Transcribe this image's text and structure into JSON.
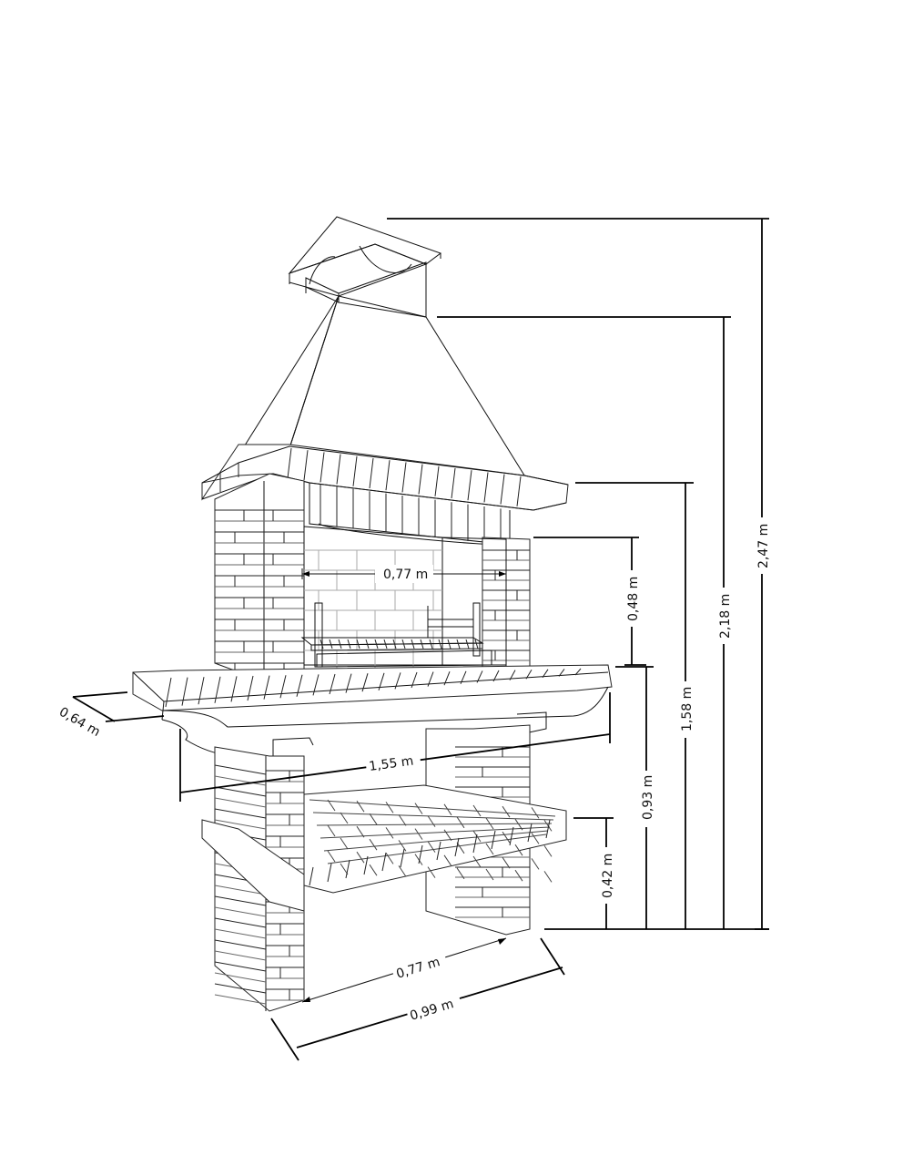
{
  "diagram": {
    "dimensions": {
      "total_height": "2,47 m",
      "hood_height": "2,18 m",
      "top_shelf_height": "1,58 m",
      "counter_height": "0,93 m",
      "lower_shelf_height": "0,42 m",
      "grill_opening_height": "0,48 m",
      "grill_opening_width": "0,77 m",
      "counter_width": "1,55 m",
      "counter_depth": "0,64 m",
      "base_inner_width": "0,77 m",
      "base_outer_width": "0,99 m"
    }
  }
}
